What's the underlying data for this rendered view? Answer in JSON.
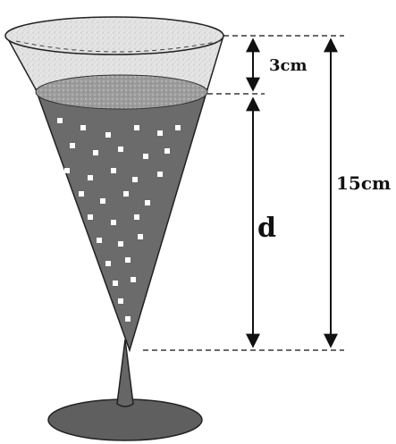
{
  "diagram": {
    "labels": {
      "top_gap": "3cm",
      "total_height": "15cm",
      "depth": "d"
    },
    "colors": {
      "liquid": "#6b6b6b",
      "glass_rim": "#d9d9d9",
      "foam": "#a8a8a8",
      "line": "#111111",
      "bubble": "#ffffff"
    }
  }
}
